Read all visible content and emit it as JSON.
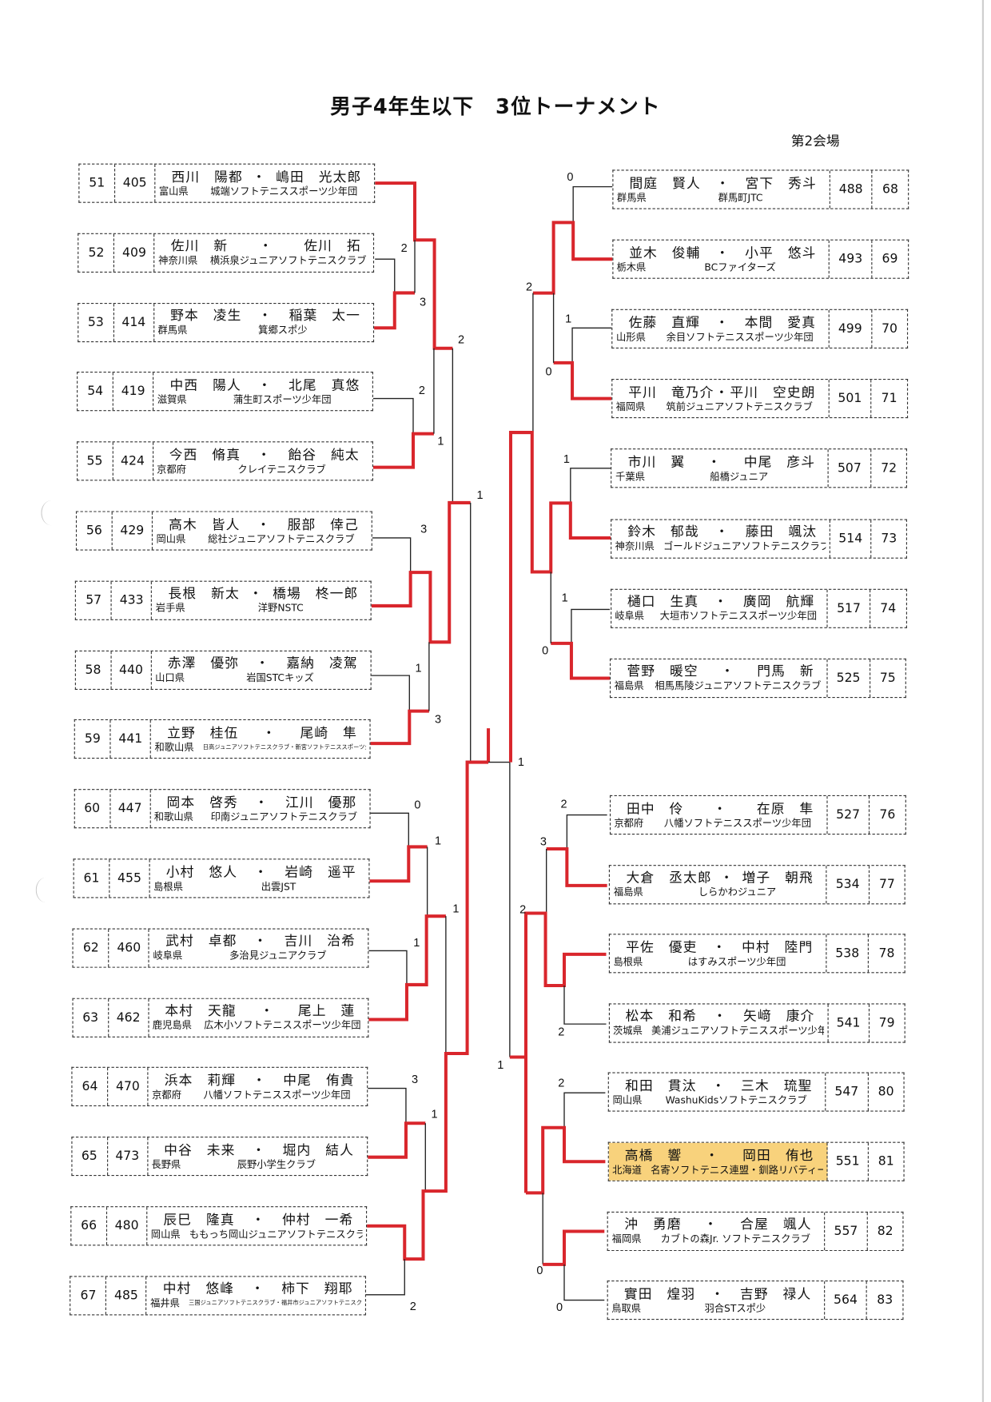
{
  "title": "男子4年生以下　3位トーナメント",
  "venue": "第2会場",
  "colors": {
    "winner_line": "#d9262c",
    "highlight": "#f8d27c"
  },
  "left_entries": [
    {
      "no": "51",
      "seed": "405",
      "p1": "西川　陽都",
      "p2": "嶋田　光太郎",
      "pref": "富山県",
      "club": "城端ソフトテニススポーツ少年団"
    },
    {
      "no": "52",
      "seed": "409",
      "p1": "佐川　新",
      "p2": "佐川　拓",
      "pref": "神奈川県",
      "club": "横浜泉ジュニアソフトテニスクラブ"
    },
    {
      "no": "53",
      "seed": "414",
      "p1": "野本　凌生",
      "p2": "稲葉　太一",
      "pref": "群馬県",
      "club": "箕郷スポ少"
    },
    {
      "no": "54",
      "seed": "419",
      "p1": "中西　陽人",
      "p2": "北尾　真悠",
      "pref": "滋賀県",
      "club": "蒲生町スポーツ少年団"
    },
    {
      "no": "55",
      "seed": "424",
      "p1": "今西　脩真",
      "p2": "飴谷　純太",
      "pref": "京都府",
      "club": "クレイテニスクラブ"
    },
    {
      "no": "56",
      "seed": "429",
      "p1": "高木　皆人",
      "p2": "服部　倖己",
      "pref": "岡山県",
      "club": "総社ジュニアソフトテニスクラブ"
    },
    {
      "no": "57",
      "seed": "433",
      "p1": "長根　新太",
      "p2": "橋場　柊一郎",
      "pref": "岩手県",
      "club": "洋野NSTC"
    },
    {
      "no": "58",
      "seed": "440",
      "p1": "赤澤　優弥",
      "p2": "嘉納　凌駕",
      "pref": "山口県",
      "club": "岩国STCキッズ"
    },
    {
      "no": "59",
      "seed": "441",
      "p1": "立野　桂伍",
      "p2": "尾崎　隼",
      "pref": "和歌山県",
      "club": "日高ジュニアソフトテニスクラブ・新宮ソフトテニススポーツ少年団",
      "tiny": true
    },
    {
      "no": "60",
      "seed": "447",
      "p1": "岡本　啓秀",
      "p2": "江川　優那",
      "pref": "和歌山県",
      "club": "印南ジュニアソフトテニスクラブ"
    },
    {
      "no": "61",
      "seed": "455",
      "p1": "小村　悠人",
      "p2": "岩崎　遥平",
      "pref": "島根県",
      "club": "出雲JST"
    },
    {
      "no": "62",
      "seed": "460",
      "p1": "武村　卓都",
      "p2": "吉川　治希",
      "pref": "岐阜県",
      "club": "多治見ジュニアクラブ"
    },
    {
      "no": "63",
      "seed": "462",
      "p1": "本村　天龍",
      "p2": "尾上　蓮",
      "pref": "鹿児島県",
      "club": "広木小ソフトテニススポーツ少年団"
    },
    {
      "no": "64",
      "seed": "470",
      "p1": "浜本　莉輝",
      "p2": "中尾　侑貴",
      "pref": "京都府",
      "club": "八幡ソフトテニススポーツ少年団"
    },
    {
      "no": "65",
      "seed": "473",
      "p1": "中谷　未来",
      "p2": "堀内　結人",
      "pref": "長野県",
      "club": "辰野小学生クラブ"
    },
    {
      "no": "66",
      "seed": "480",
      "p1": "辰巳　隆真",
      "p2": "仲村　一希",
      "pref": "岡山県",
      "club": "ももっち岡山ジュニアソフトテニスクラブ"
    },
    {
      "no": "67",
      "seed": "485",
      "p1": "中村　悠峰",
      "p2": "柿下　翔耶",
      "pref": "福井県",
      "club": "三国ジュニアソフトテニスクラブ・福井市ジュニアソフトテニスクラブ",
      "tiny": true
    }
  ],
  "right_entries": [
    {
      "no": "68",
      "seed": "488",
      "p1": "間庭　賢人",
      "p2": "宮下　秀斗",
      "pref": "群馬県",
      "club": "群馬町JTC"
    },
    {
      "no": "69",
      "seed": "493",
      "p1": "並木　俊輔",
      "p2": "小平　悠斗",
      "pref": "栃木県",
      "club": "BCファイターズ"
    },
    {
      "no": "70",
      "seed": "499",
      "p1": "佐藤　直輝",
      "p2": "本間　愛真",
      "pref": "山形県",
      "club": "余目ソフトテニススポーツ少年団"
    },
    {
      "no": "71",
      "seed": "501",
      "p1": "平川　竜乃介",
      "p2": "平川　空史朗",
      "pref": "福岡県",
      "club": "筑前ジュニアソフトテニスクラブ"
    },
    {
      "no": "72",
      "seed": "507",
      "p1": "市川　翼",
      "p2": "中尾　彦斗",
      "pref": "千葉県",
      "club": "船橋ジュニア"
    },
    {
      "no": "73",
      "seed": "514",
      "p1": "鈴木　郁哉",
      "p2": "藤田　颯汰",
      "pref": "神奈川県",
      "club": "ゴールドジュニアソフトテニスクラブ"
    },
    {
      "no": "74",
      "seed": "517",
      "p1": "樋口　生真",
      "p2": "廣岡　航輝",
      "pref": "岐阜県",
      "club": "大垣市ソフトテニススポーツ少年団"
    },
    {
      "no": "75",
      "seed": "525",
      "p1": "菅野　暖空",
      "p2": "門馬　新",
      "pref": "福島県",
      "club": "相馬馬陵ジュニアソフトテニスクラブ"
    },
    {
      "no": "76",
      "seed": "527",
      "p1": "田中　伶",
      "p2": "在原　隼",
      "pref": "京都府",
      "club": "八幡ソフトテニススポーツ少年団"
    },
    {
      "no": "77",
      "seed": "534",
      "p1": "大倉　丞太郎",
      "p2": "増子　朝飛",
      "pref": "福島県",
      "club": "しらかわジュニア"
    },
    {
      "no": "78",
      "seed": "538",
      "p1": "平佐　優吏",
      "p2": "中村　陸門",
      "pref": "島根県",
      "club": "はすみスポーツ少年団"
    },
    {
      "no": "79",
      "seed": "541",
      "p1": "松本　和希",
      "p2": "矢﨑　康介",
      "pref": "茨城県",
      "club": "美浦ジュニアソフトテニススポーツ少年団"
    },
    {
      "no": "80",
      "seed": "547",
      "p1": "和田　貫汰",
      "p2": "三木　琉聖",
      "pref": "岡山県",
      "club": "WashuKidsソフトテニスクラブ"
    },
    {
      "no": "81",
      "seed": "551",
      "p1": "高橋　響",
      "p2": "岡田　侑也",
      "pref": "北海道",
      "club": "名寄ソフトテニス連盟・釧路リバティークラブ",
      "highlight": true
    },
    {
      "no": "82",
      "seed": "557",
      "p1": "沖　勇磨",
      "p2": "合屋　颯人",
      "pref": "福岡県",
      "club": "カブトの森Jr. ソフトテニスクラブ"
    },
    {
      "no": "83",
      "seed": "564",
      "p1": "實田　煌羽",
      "p2": "吉野　禄人",
      "pref": "鳥取県",
      "club": "羽合STスポ少"
    }
  ],
  "separator": "・",
  "bracket_scores": [
    "2",
    "3",
    "2",
    "2",
    "1",
    "3",
    "1",
    "1",
    "3",
    "0",
    "1",
    "1",
    "1",
    "3",
    "1",
    "2",
    "1",
    "0",
    "2",
    "1",
    "0",
    "1",
    "1",
    "0",
    "2",
    "3",
    "2",
    "2",
    "1",
    "2",
    "0",
    "0"
  ]
}
